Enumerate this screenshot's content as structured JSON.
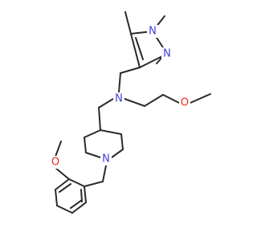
{
  "colors": {
    "bond": "#2a2a2a",
    "nitrogen": "#3f3fd6",
    "oxygen": "#e8281e",
    "background": "#ffffff"
  },
  "atoms": {
    "pyrazole_n1": "N",
    "pyrazole_n2": "N",
    "amine_n": "N",
    "methoxyethyl_o": "O",
    "piperidine_n": "N",
    "anisole_o": "O"
  }
}
